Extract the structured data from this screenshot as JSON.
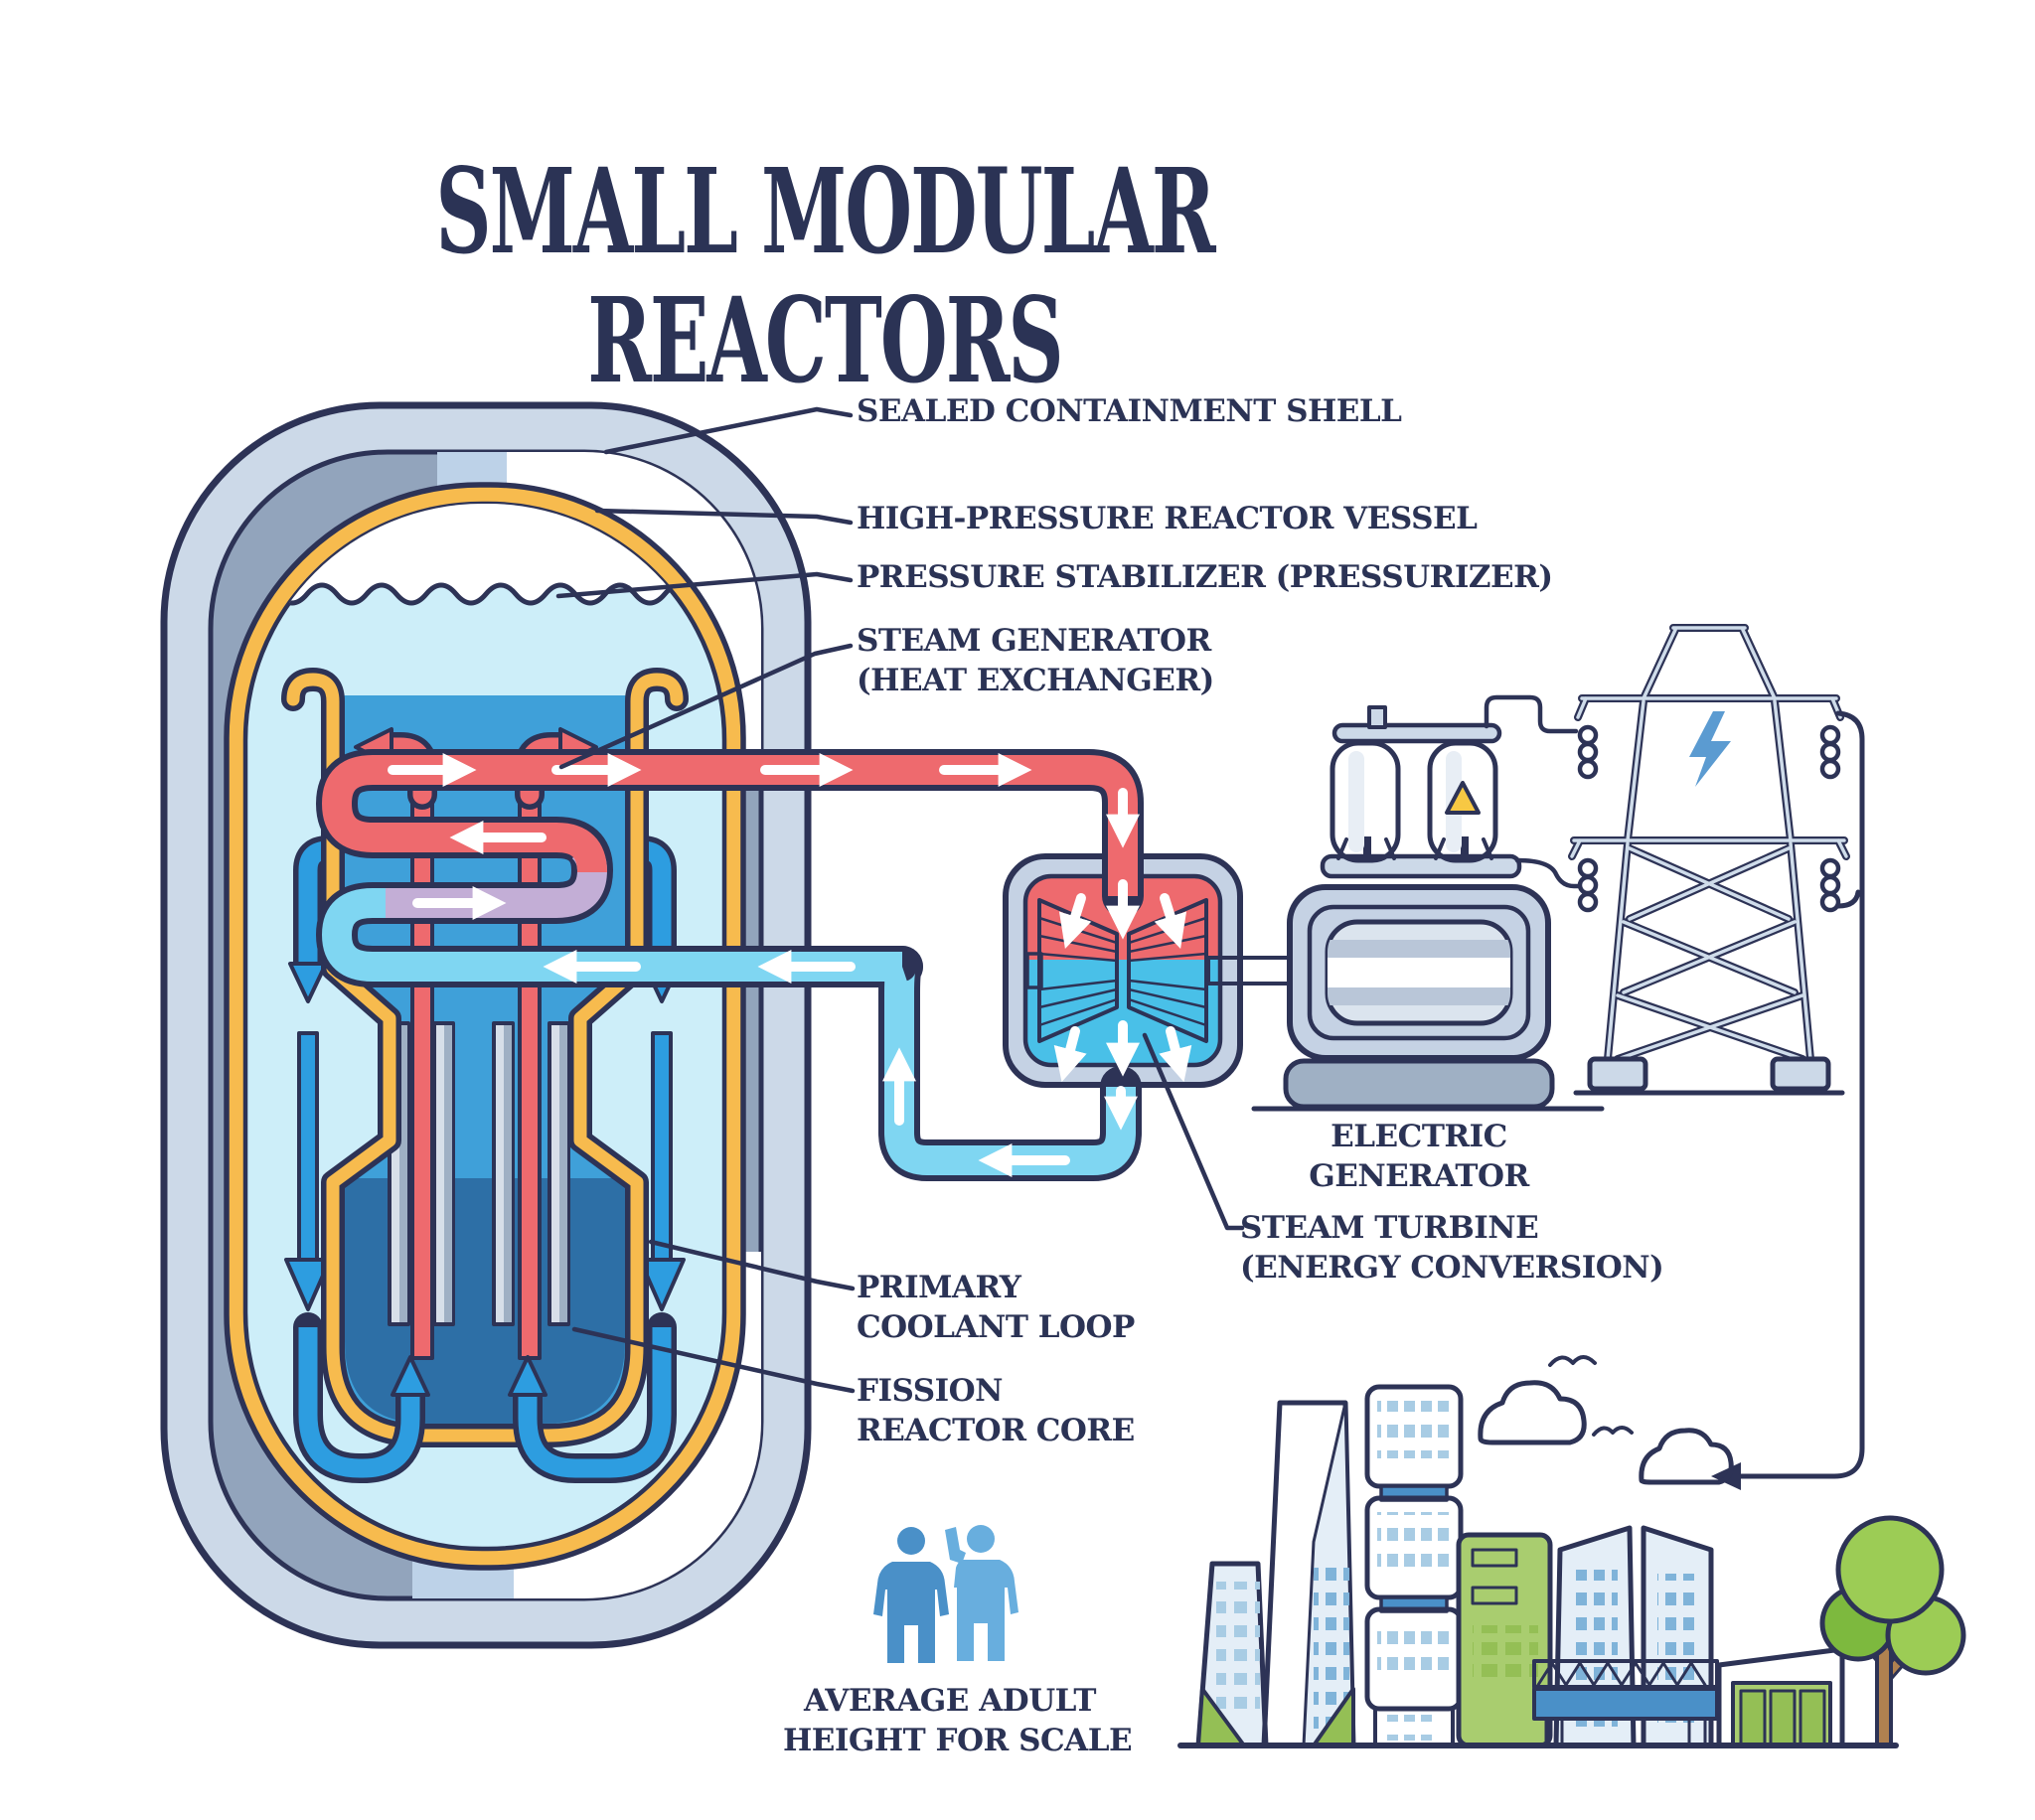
{
  "title": "SMALL MODULAR REACTORS",
  "diagram": {
    "labels": {
      "sealed_containment": "SEALED CONTAINMENT SHELL",
      "reactor_vessel": "HIGH-PRESSURE REACTOR VESSEL",
      "pressurizer": "PRESSURE STABILIZER (PRESSURIZER)",
      "steam_generator_line1": "STEAM GENERATOR",
      "steam_generator_line2": "(HEAT EXCHANGER)",
      "electric_generator_line1": "ELECTRIC",
      "electric_generator_line2": "GENERATOR",
      "steam_turbine_line1": "STEAM TURBINE",
      "steam_turbine_line2": "(ENERGY CONVERSION)",
      "primary_coolant_line1": "PRIMARY",
      "primary_coolant_line2": "COOLANT LOOP",
      "fission_core_line1": "FISSION",
      "fission_core_line2": "REACTOR CORE",
      "scale_line1": "AVERAGE ADULT",
      "scale_line2": "HEIGHT FOR SCALE"
    },
    "icons": {
      "lightning_bolt": "lightning-bolt-icon on transmission tower",
      "warning_triangle": "warning-triangle-icon on transformer tank"
    }
  },
  "colors": {
    "outline": "#2d3356",
    "text": "#2b3355",
    "shellLight": "#ccd9e8",
    "shellMid": "#92a4bc",
    "highlightBlue": "#bdd2e8",
    "vesselYellow": "#f7bb4e",
    "waterCyan": "#cdeef9",
    "barrelBlue": "#3fa0d9",
    "coreBlue": "#2d6fa6",
    "pipeBlue": "#2d9de0",
    "steamBlue": "#7fd6f2",
    "turbBlue": "#49c0e8",
    "hotRed": "#ee6a6e",
    "lavender": "#c3aed6",
    "rodLight": "#d7dfe9",
    "rodDark": "#9fb0c4",
    "frameLight": "#c5d2e4",
    "metalLight": "#dbe4ee",
    "metalMid": "#b9c6d8",
    "baseGray": "#9fb0c4",
    "warnYellow": "#f7c843",
    "boltBlue": "#5b9bd1",
    "towerFill": "#cfdcea",
    "glass": "#e4eef7",
    "windowBlue": "#7fb3d9",
    "windowLight": "#a8cce4",
    "accentBlue": "#4a90c8",
    "green": "#a9cd6f",
    "greenDark": "#94bf55",
    "treeGreen": "#9ccc55",
    "treeDark": "#7db93e",
    "trunk": "#b08150",
    "personDark": "#4a90c8",
    "personLight": "#68aede"
  }
}
